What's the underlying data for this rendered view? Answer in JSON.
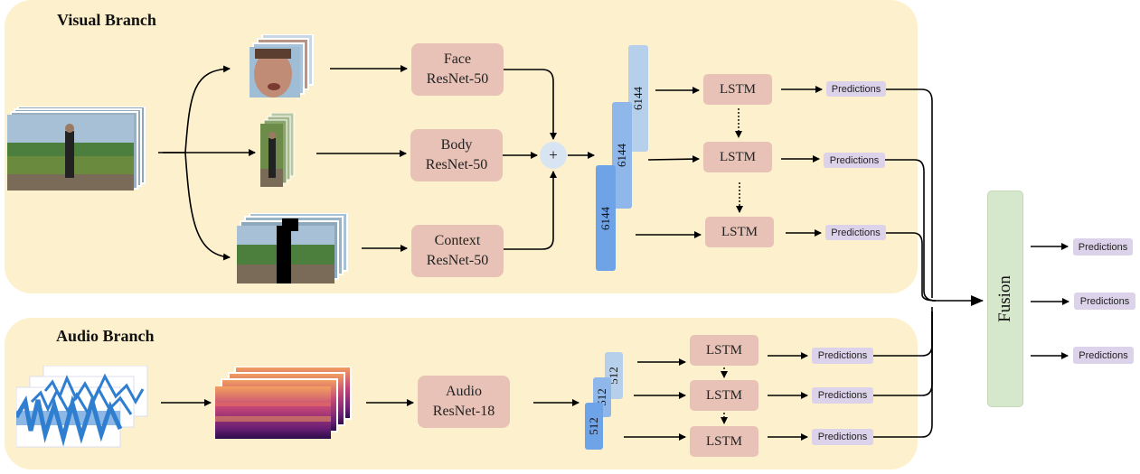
{
  "visual_branch": {
    "title": "Visual Branch",
    "face_net": [
      "Face",
      "ResNet-50"
    ],
    "body_net": [
      "Body",
      "ResNet-50"
    ],
    "context_net": [
      "Context",
      "ResNet-50"
    ],
    "fuse_symbol": "+",
    "feature_dims": [
      "6144",
      "6144",
      "6144"
    ],
    "lstm_labels": [
      "LSTM",
      "LSTM",
      "LSTM"
    ],
    "predictions": [
      "Predictions",
      "Predictions",
      "Predictions"
    ]
  },
  "audio_branch": {
    "title": "Audio Branch",
    "audio_net": [
      "Audio",
      "ResNet-18"
    ],
    "feature_dims": [
      "512",
      "512",
      "512"
    ],
    "lstm_labels": [
      "LSTM",
      "LSTM",
      "LSTM"
    ],
    "predictions": [
      "Predictions",
      "Predictions",
      "Predictions"
    ]
  },
  "fusion": {
    "label": "Fusion",
    "predictions": [
      "Predictions",
      "Predictions",
      "Predictions"
    ]
  },
  "colors": {
    "panel": "#fdf0cc",
    "resnet_box": "#e8c2b6",
    "lstm_box": "#e8c2b6",
    "prediction_tag": "#dcd2ea",
    "feature_bar_dark": "#6fa3e8",
    "feature_bar_light": "#b6cfea",
    "fusion_box": "#d6e8cc"
  }
}
